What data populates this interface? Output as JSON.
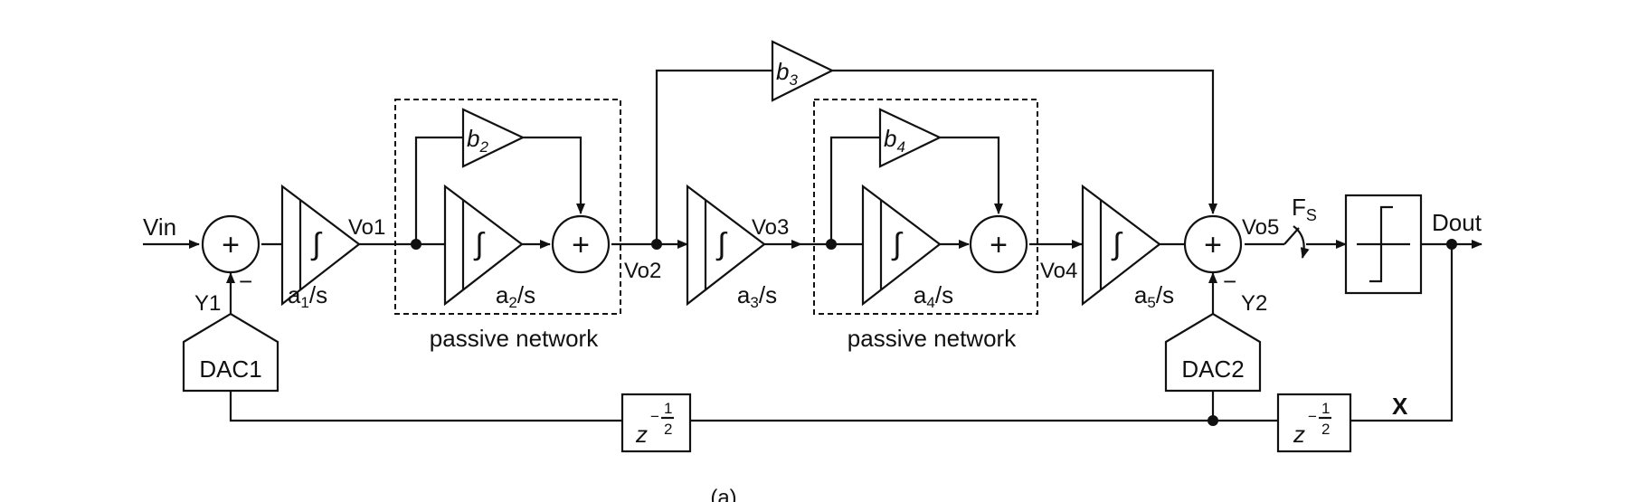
{
  "signals": {
    "vin": "Vin",
    "vo1": "Vo1",
    "vo2": "Vo2",
    "vo3": "Vo3",
    "vo4": "Vo4",
    "vo5": "Vo5",
    "y1": "Y1",
    "y2": "Y2",
    "dout": "Dout",
    "x": "X",
    "fs_main": "F",
    "fs_sub": "S"
  },
  "integrators": [
    {
      "coef": "a",
      "sub": "1",
      "tail": "/s"
    },
    {
      "coef": "a",
      "sub": "2",
      "tail": "/s"
    },
    {
      "coef": "a",
      "sub": "3",
      "tail": "/s"
    },
    {
      "coef": "a",
      "sub": "4",
      "tail": "/s"
    },
    {
      "coef": "a",
      "sub": "5",
      "tail": "/s"
    }
  ],
  "feedforward": [
    {
      "coef": "b",
      "sub": "2"
    },
    {
      "coef": "b",
      "sub": "3"
    },
    {
      "coef": "b",
      "sub": "4"
    }
  ],
  "dacs": [
    "DAC1",
    "DAC2"
  ],
  "passive_label": "passive network",
  "delay": {
    "base": "z",
    "minus": "−",
    "num": "1",
    "den": "2"
  },
  "symbols": {
    "sum": "+",
    "minus": "−",
    "integral": "∫"
  },
  "caption": "(a)"
}
